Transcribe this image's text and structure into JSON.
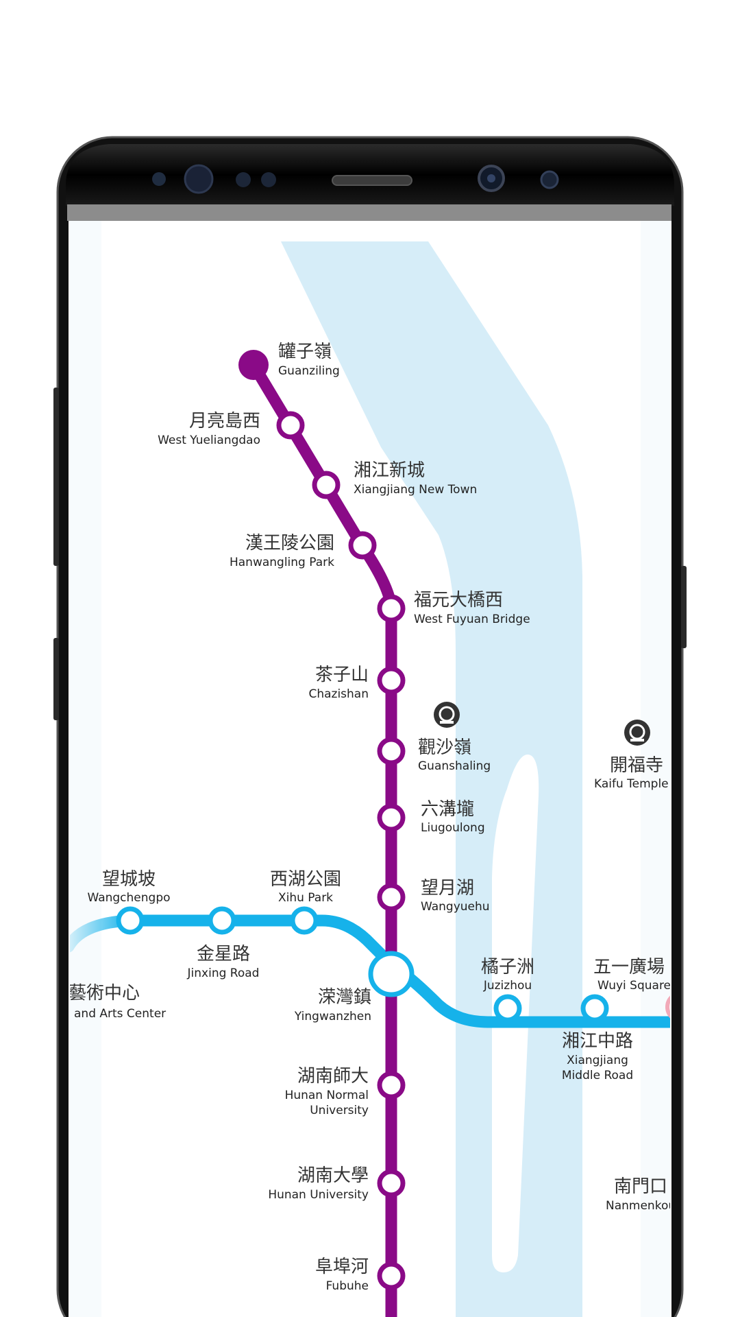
{
  "colors": {
    "purple_line": "#8a0a87",
    "blue_line": "#16b2ea",
    "river": "#d6edf8",
    "frame": "#151515"
  },
  "icons": {
    "railway": "railway-station-icon"
  },
  "stations": {
    "guanziling": {
      "cn": "罐子嶺",
      "en": "Guanziling"
    },
    "west_yueliangdao": {
      "cn": "月亮島西",
      "en": "West Yueliangdao"
    },
    "xiangjiang_new_town": {
      "cn": "湘江新城",
      "en": "Xiangjiang New Town"
    },
    "hanwangling_park": {
      "cn": "漢王陵公園",
      "en": "Hanwangling Park"
    },
    "west_fuyuan_bridge": {
      "cn": "福元大橋西",
      "en": "West Fuyuan Bridge"
    },
    "chazishan": {
      "cn": "茶子山",
      "en": "Chazishan"
    },
    "guanshaling": {
      "cn": "觀沙嶺",
      "en": "Guanshaling"
    },
    "kaifu_temple": {
      "cn": "開福寺",
      "en": "Kaifu Temple"
    },
    "liugoulong": {
      "cn": "六溝壠",
      "en": "Liugoulong"
    },
    "wangchengpo": {
      "cn": "望城坡",
      "en": "Wangchengpo"
    },
    "xihu_park": {
      "cn": "西湖公園",
      "en": "Xihu Park"
    },
    "wangyuehu": {
      "cn": "望月湖",
      "en": "Wangyuehu"
    },
    "jinxing_road": {
      "cn": "金星路",
      "en": "Jinxing Road"
    },
    "arts_center": {
      "cn": "藝術中心",
      "en": "and Arts Center"
    },
    "yingwanzhen": {
      "cn": "溁灣鎮",
      "en": "Yingwanzhen"
    },
    "juzizhou": {
      "cn": "橘子洲",
      "en": "Juzizhou"
    },
    "wuyi_square": {
      "cn": "五一廣場",
      "en": "Wuyi Square"
    },
    "xiangjiang_middle_road": {
      "cn": "湘江中路",
      "en1": "Xiangjiang",
      "en2": "Middle Road"
    },
    "hunan_normal_university": {
      "cn": "湖南師大",
      "en1": "Hunan Normal",
      "en2": "University"
    },
    "hunan_university": {
      "cn": "湖南大學",
      "en": "Hunan University"
    },
    "nanmenkou": {
      "cn": "南門口",
      "en": "Nanmenkou"
    },
    "fubuhe": {
      "cn": "阜埠河",
      "en": "Fubuhe"
    }
  }
}
